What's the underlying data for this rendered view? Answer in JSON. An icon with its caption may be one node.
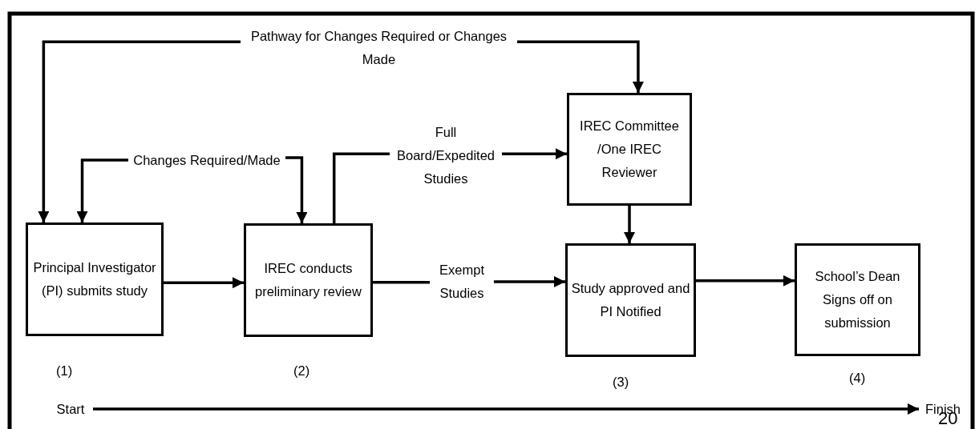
{
  "diagram": {
    "nodes": [
      {
        "text": [
          "Principal Investigator (PI) submits study"
        ],
        "beside": [
          "(1)"
        ]
      },
      {
        "text": [
          "IREC conducts preliminary review"
        ],
        "beside": [
          "(2)"
        ]
      },
      {
        "text": [
          "IREC Committee /One IREC Reviewer"
        ]
      },
      {
        "text": [
          "Study approved and PI Notified"
        ],
        "beside": [
          "(3)"
        ]
      },
      {
        "text": [
          "School’s Dean Signs off on submission"
        ],
        "beside": [
          "(4)"
        ]
      },
      {
        "text": [
          "Pathway for Changes Required or Changes Made"
        ]
      },
      {
        "text": [
          "Changes Required/Made"
        ]
      },
      {
        "text": [
          "Full Board/Expedited Studies"
        ]
      },
      {
        "text": [
          "Exempt Studies"
        ]
      },
      {
        "text": [
          "Start"
        ]
      },
      {
        "text": [
          "Finish"
        ]
      }
    ],
    "edges": [
      {
        "from": 5,
        "to": 0,
        "arrow": "to"
      },
      {
        "from": 5,
        "to": 2,
        "arrow": "to"
      },
      {
        "from": 6,
        "to": 0,
        "arrow": "to"
      },
      {
        "from": 6,
        "to": 1,
        "arrow": "to"
      },
      {
        "from": 1,
        "to": 7,
        "arrow": "none"
      },
      {
        "from": 7,
        "to": 2,
        "arrow": "to"
      },
      {
        "from": 0,
        "to": 1,
        "arrow": "to"
      },
      {
        "from": 1,
        "to": 8,
        "arrow": "none"
      },
      {
        "from": 8,
        "to": 3,
        "arrow": "to"
      },
      {
        "from": 2,
        "to": 3,
        "arrow": "to"
      },
      {
        "from": 3,
        "to": 4,
        "arrow": "to"
      },
      {
        "from": 9,
        "to": 10,
        "arrow": "to"
      }
    ],
    "labels": [
      "20"
    ]
  }
}
